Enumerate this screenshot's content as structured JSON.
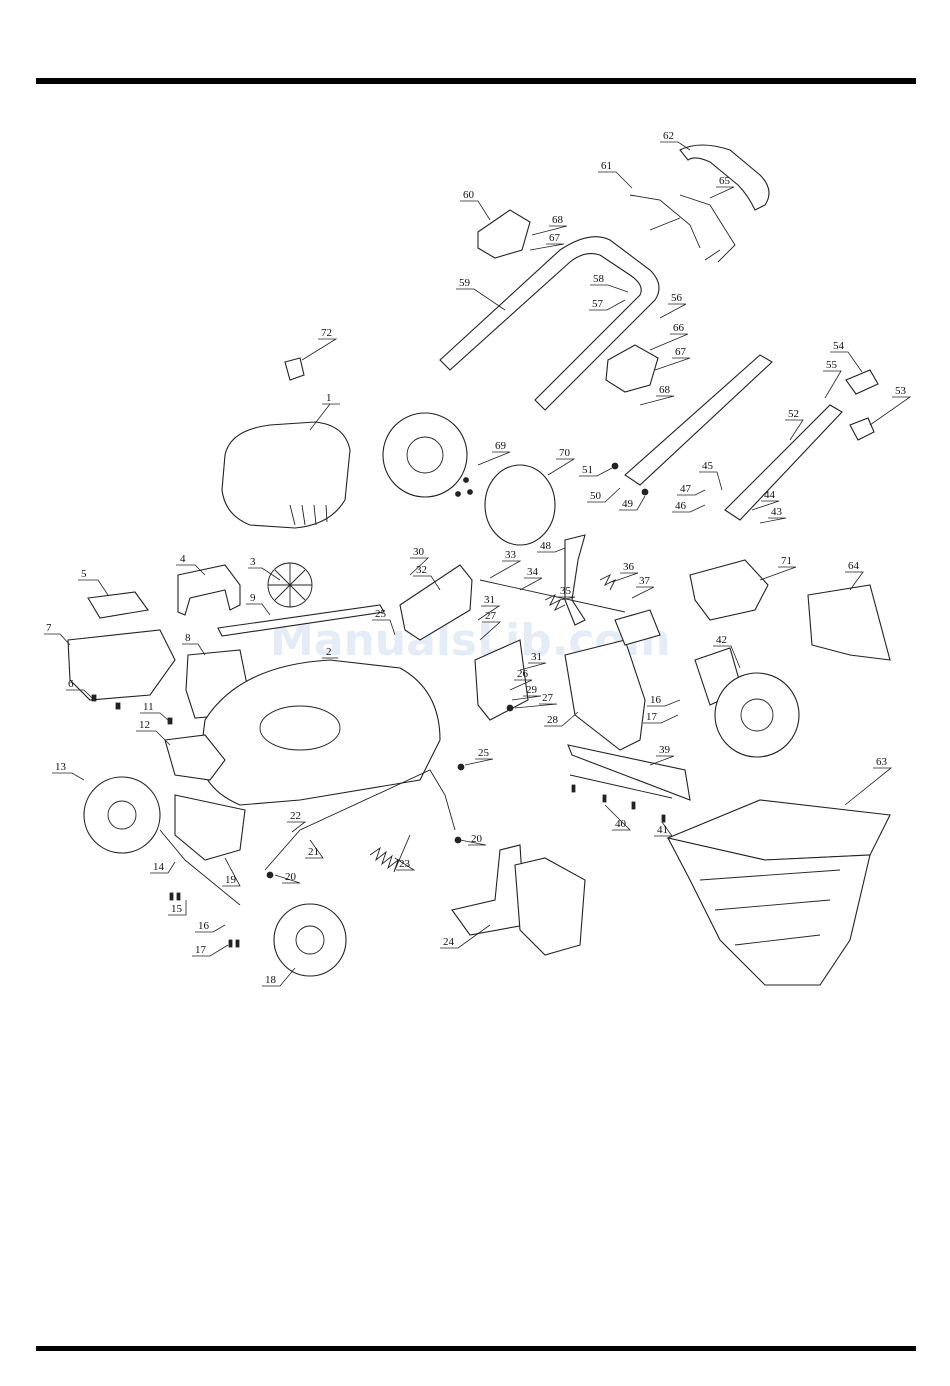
{
  "watermark": "ManualsLib.com",
  "part_numbers": [
    "1",
    "2",
    "3",
    "4",
    "5",
    "6",
    "7",
    "8",
    "9",
    "11",
    "12",
    "13",
    "14",
    "15",
    "16",
    "17",
    "18",
    "19",
    "20",
    "21",
    "22",
    "23",
    "24",
    "25",
    "26",
    "27",
    "28",
    "29",
    "30",
    "31",
    "32",
    "33",
    "34",
    "35",
    "36",
    "37",
    "39",
    "40",
    "41",
    "42",
    "43",
    "44",
    "45",
    "46",
    "47",
    "48",
    "49",
    "50",
    "51",
    "52",
    "53",
    "54",
    "55",
    "56",
    "57",
    "58",
    "59",
    "60",
    "61",
    "62",
    "63",
    "64",
    "65",
    "66",
    "67",
    "68",
    "69",
    "70",
    "71",
    "72"
  ]
}
